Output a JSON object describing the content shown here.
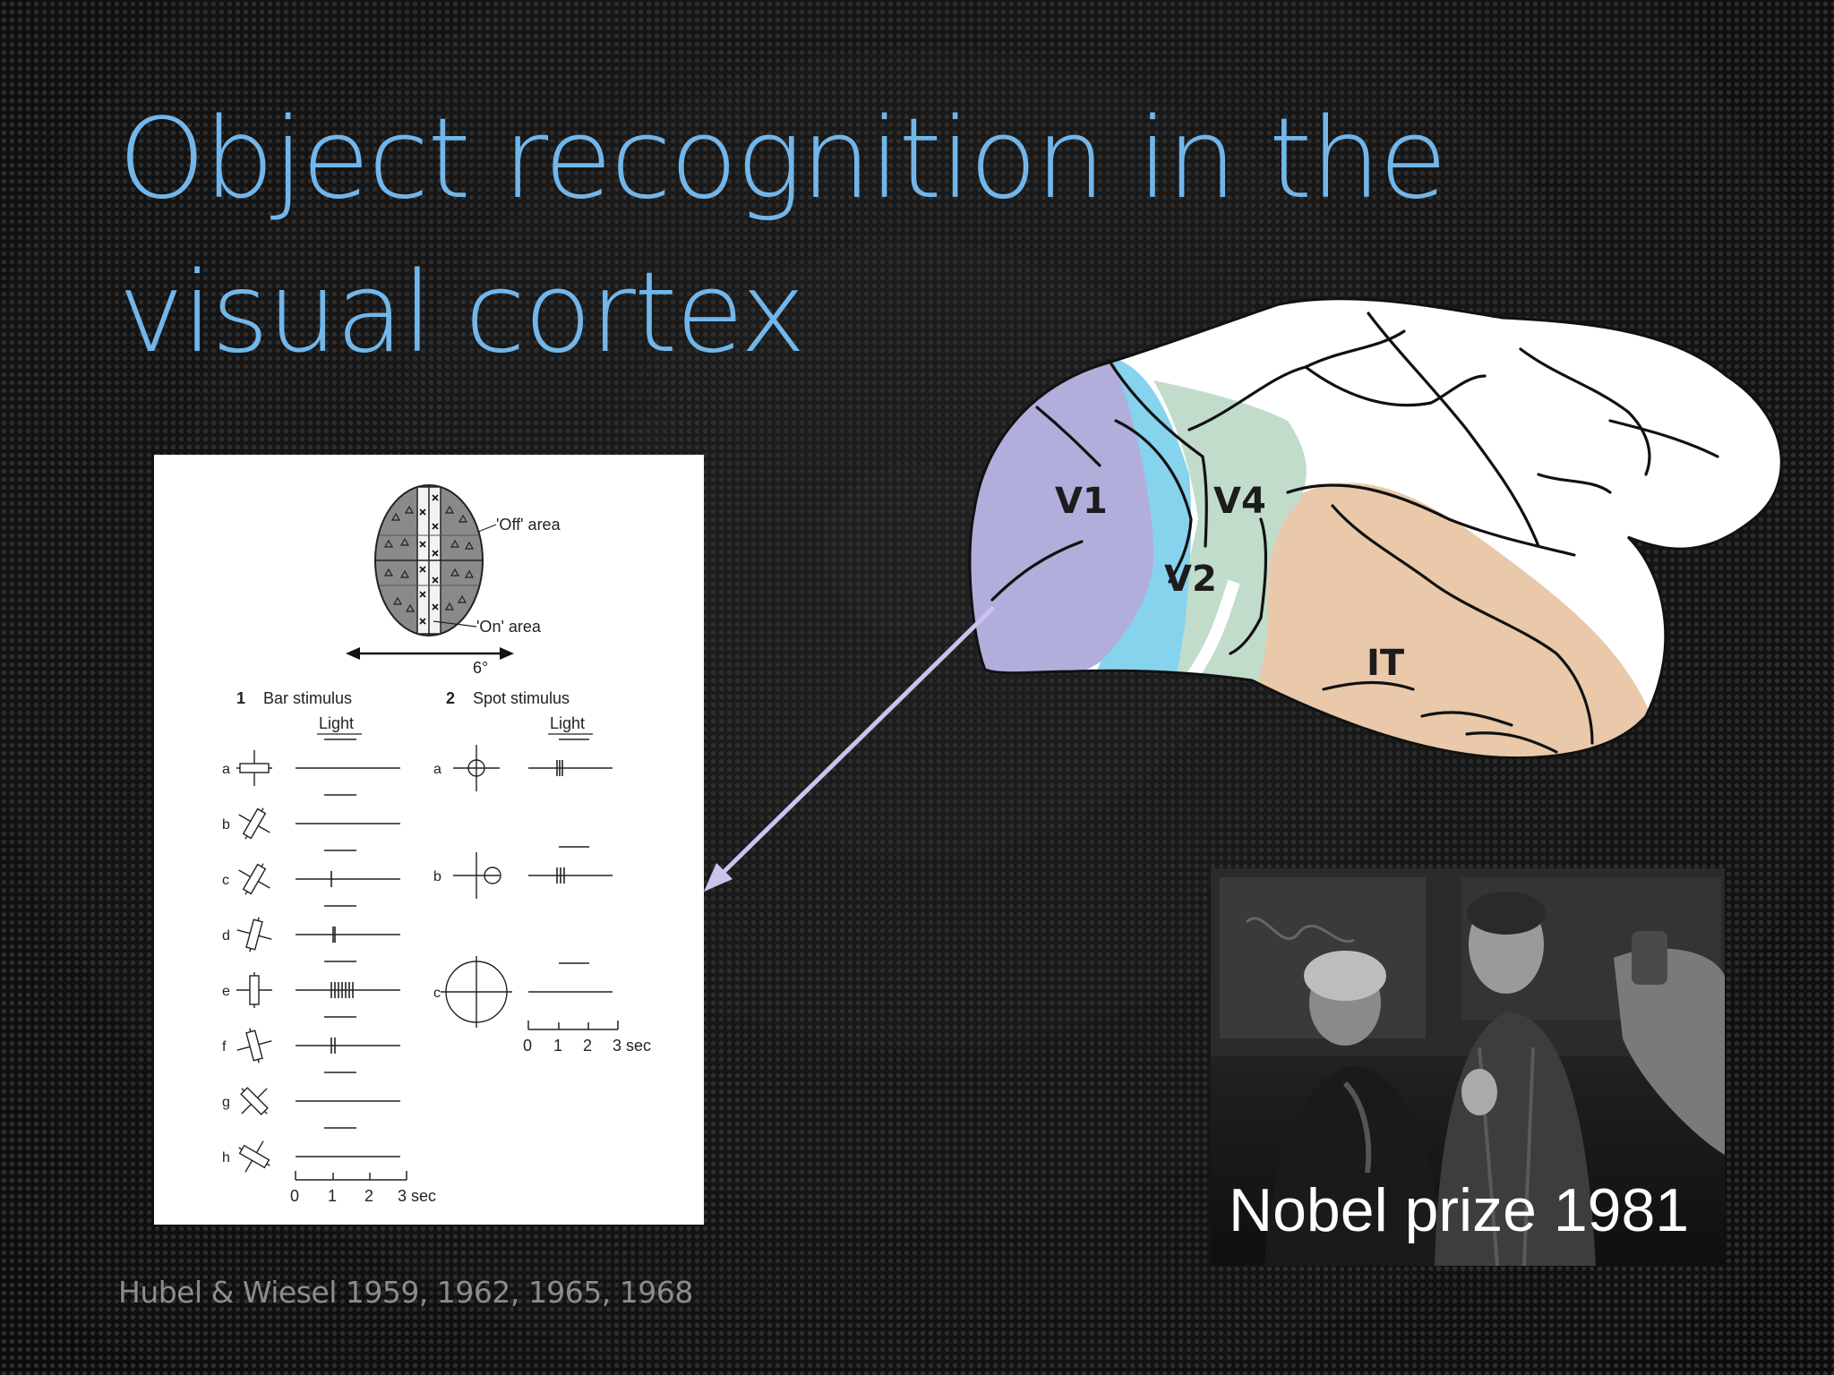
{
  "slide": {
    "title_line1": "Object recognition in the",
    "title_line2": "visual cortex",
    "citation": "Hubel & Wiesel 1959, 1962, 1965, 1968"
  },
  "figure": {
    "off_area": "'Off' area",
    "on_area": "'On' area",
    "field_width": "6°",
    "bar_number": "1",
    "bar_title": "Bar stimulus",
    "spot_number": "2",
    "spot_title": "Spot stimulus",
    "light_label": "Light",
    "bar_rows": [
      "a",
      "b",
      "c",
      "d",
      "e",
      "f",
      "g",
      "h"
    ],
    "spot_rows": [
      "a",
      "b",
      "c"
    ],
    "time_ticks": [
      "0",
      "1",
      "2",
      "3 sec"
    ]
  },
  "brain": {
    "labels": [
      "V1",
      "V4",
      "V2",
      "IT"
    ],
    "colors": {
      "v1": "#b1aedc",
      "v2": "#86d3ee",
      "v4": "#c2dccb",
      "it": "#e9c9a9",
      "cortex": "#ffffff"
    }
  },
  "photo": {
    "caption": "Nobel prize 1981"
  },
  "theme": {
    "title_color": "#72b6ea",
    "arrow_color": "#cbc3ee",
    "background": "#141414"
  }
}
